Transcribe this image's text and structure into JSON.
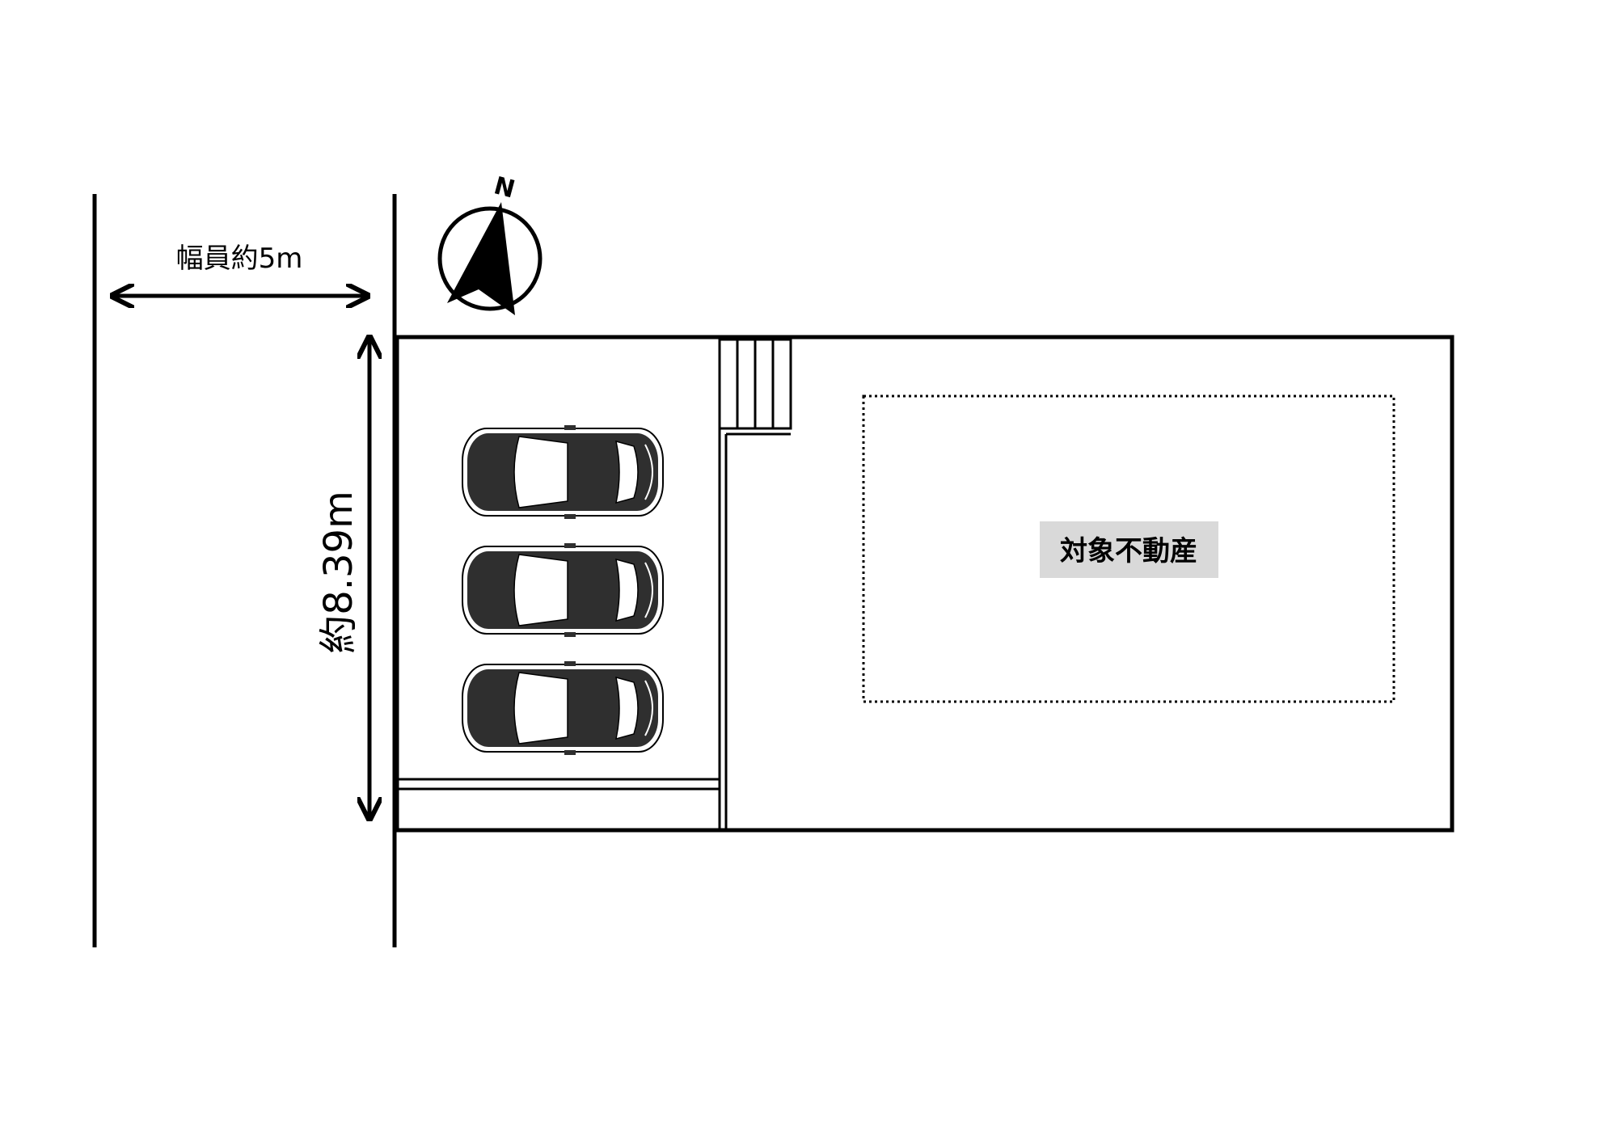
{
  "road": {
    "width_label": "幅員約5m"
  },
  "frontage": {
    "length_label": "約8.39m"
  },
  "compass": {
    "north_label": "N"
  },
  "property": {
    "label": "対象不動産",
    "label_bg_color": "#d9d9d9"
  },
  "parking": {
    "car_count": 3,
    "car_body_color": "#2f2f2f"
  }
}
